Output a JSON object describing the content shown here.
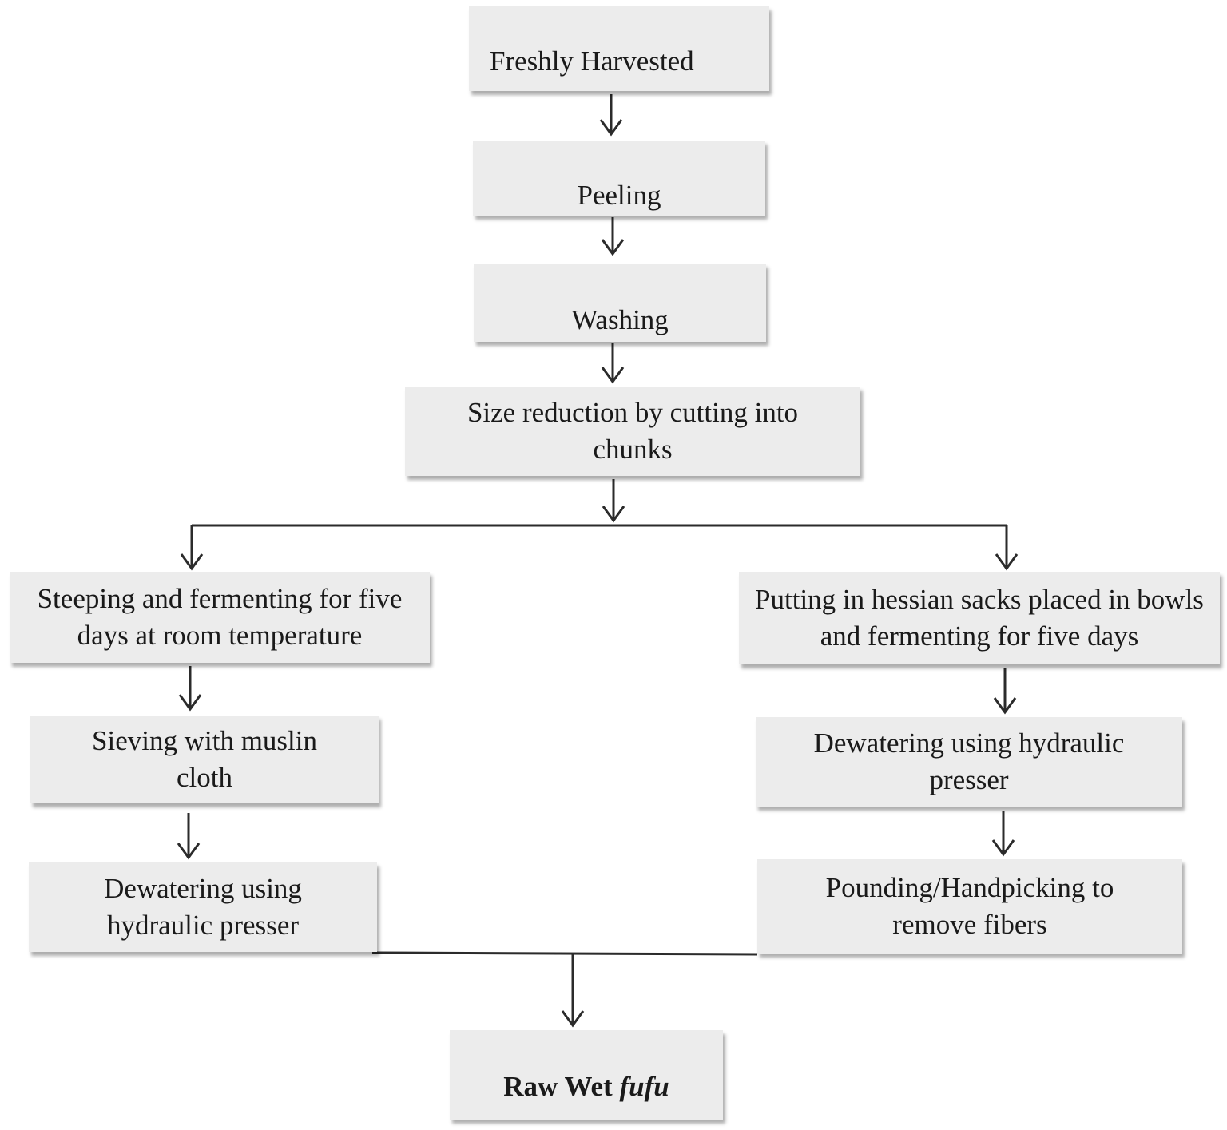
{
  "steps": {
    "harvested": "Freshly Harvested",
    "peeling": "Peeling",
    "washing": "Washing",
    "size_reduction": "Size reduction by cutting into chunks",
    "steeping": "Steeping and fermenting for five days at room temperature",
    "sieving": "Sieving with muslin cloth",
    "dewatering_left": "Dewatering using hydraulic presser",
    "hessian": "Putting in hessian sacks placed in bowls and fermenting for five days",
    "dewatering_right": "Dewatering using hydraulic presser",
    "pounding": "Pounding/Handpicking to remove fibers",
    "final_prefix": "Raw Wet ",
    "final_italic": "fufu"
  }
}
